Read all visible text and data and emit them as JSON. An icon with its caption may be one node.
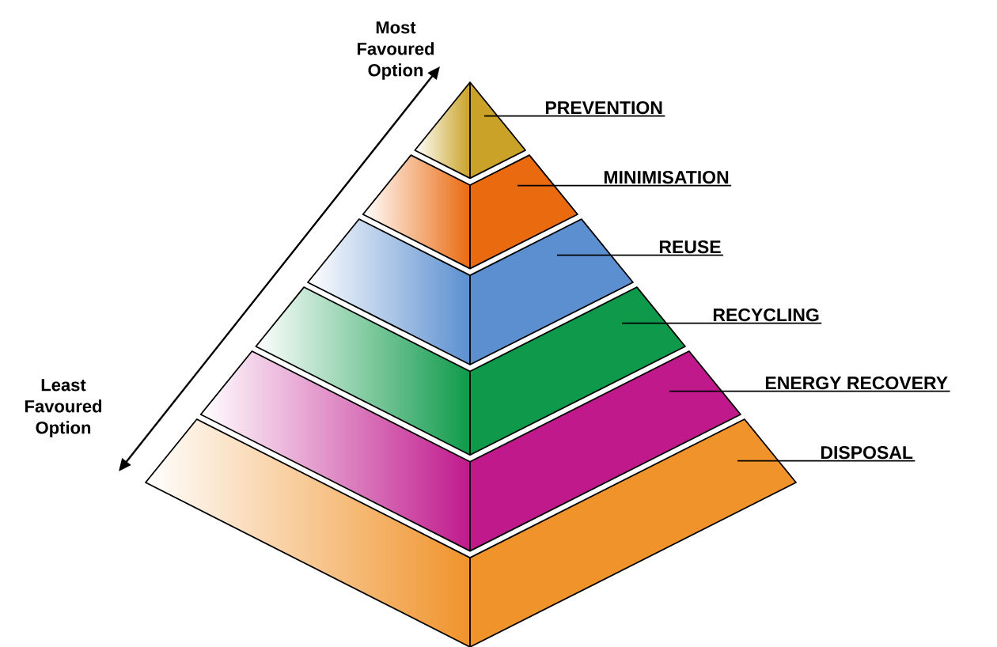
{
  "diagram": {
    "nodes": [
      {
        "text": [
          "PREVENTION"
        ]
      },
      {
        "text": [
          "MINIMISATION"
        ]
      },
      {
        "text": [
          "REUSE"
        ]
      },
      {
        "text": [
          "RECYCLING"
        ]
      },
      {
        "text": [
          "ENERGY RECOVERY"
        ]
      },
      {
        "text": [
          "DISPOSAL"
        ]
      },
      {
        "text": [],
        "shape": "band"
      },
      {
        "text": [],
        "shape": "band"
      },
      {
        "text": [],
        "shape": "band"
      },
      {
        "text": [],
        "shape": "band"
      },
      {
        "text": [],
        "shape": "band"
      },
      {
        "text": [],
        "shape": "band"
      }
    ],
    "edges": [
      {
        "from": 0,
        "to": 6,
        "arrow": "none"
      },
      {
        "from": 1,
        "to": 7,
        "arrow": "none"
      },
      {
        "from": 2,
        "to": 8,
        "arrow": "none"
      },
      {
        "from": 3,
        "to": 9,
        "arrow": "none"
      },
      {
        "from": 4,
        "to": 10,
        "arrow": "none"
      },
      {
        "from": 5,
        "to": 11,
        "arrow": "none"
      }
    ],
    "labels": [
      "Most Favoured Option",
      "Least Favoured Option"
    ]
  }
}
